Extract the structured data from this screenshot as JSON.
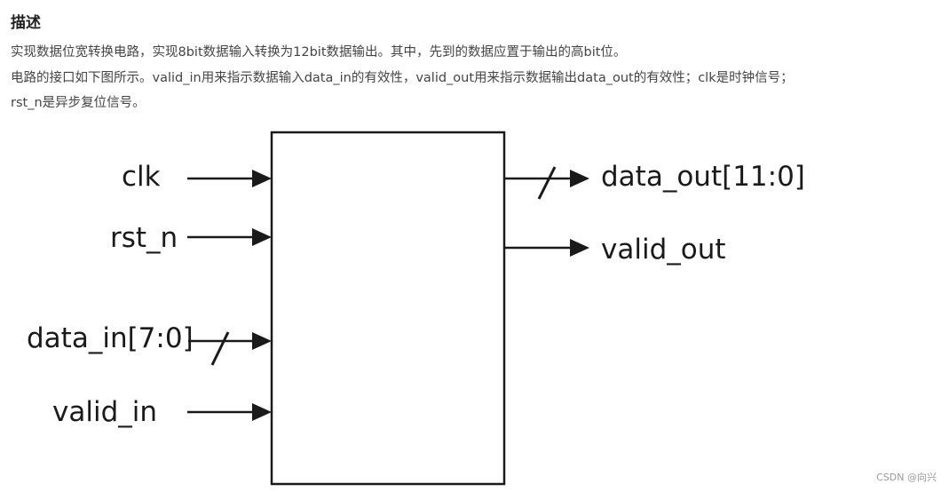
{
  "description": {
    "heading": "描述",
    "line1": "实现数据位宽转换电路，实现8bit数据输入转换为12bit数据输出。其中，先到的数据应置于输出的高bit位。",
    "line2": "电路的接口如下图所示。valid_in用来指示数据输入data_in的有效性，valid_out用来指示数据输出data_out的有效性；clk是时钟信号；",
    "line3": "rst_n是异步复位信号。"
  },
  "diagram": {
    "inputs": {
      "clk": "clk",
      "rst_n": "rst_n",
      "data_in": "data_in[7:0]",
      "valid_in": "valid_in"
    },
    "outputs": {
      "data_out": "data_out[11:0]",
      "valid_out": "valid_out"
    }
  },
  "watermark": "CSDN @向兴"
}
